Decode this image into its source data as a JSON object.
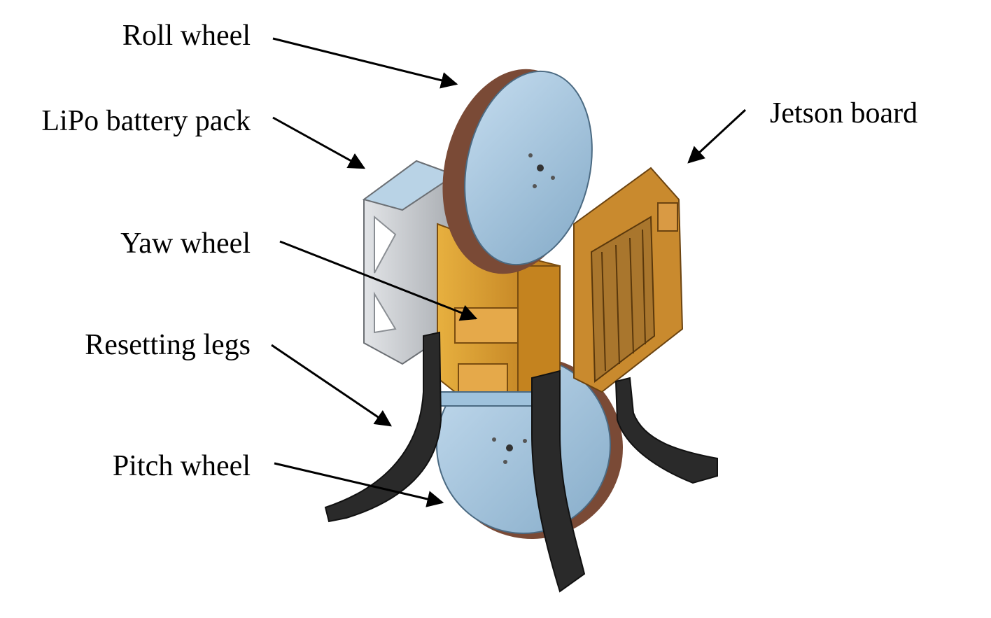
{
  "labels": {
    "roll_wheel": "Roll wheel",
    "battery": "LiPo battery pack",
    "yaw_wheel": "Yaw wheel",
    "resetting_legs": "Resetting legs",
    "pitch_wheel": "Pitch wheel",
    "jetson": "Jetson board"
  },
  "colors": {
    "wheel_blue": "#9fc2dc",
    "wheel_rim": "#7a4a36",
    "frame_orange": "#d69a2b",
    "frame_dark_orange": "#b8741a",
    "battery_gray": "#c9ccd0",
    "leg_black": "#2a2a2a",
    "board_orange": "#c98a2e",
    "heatsink": "#a9762d"
  }
}
